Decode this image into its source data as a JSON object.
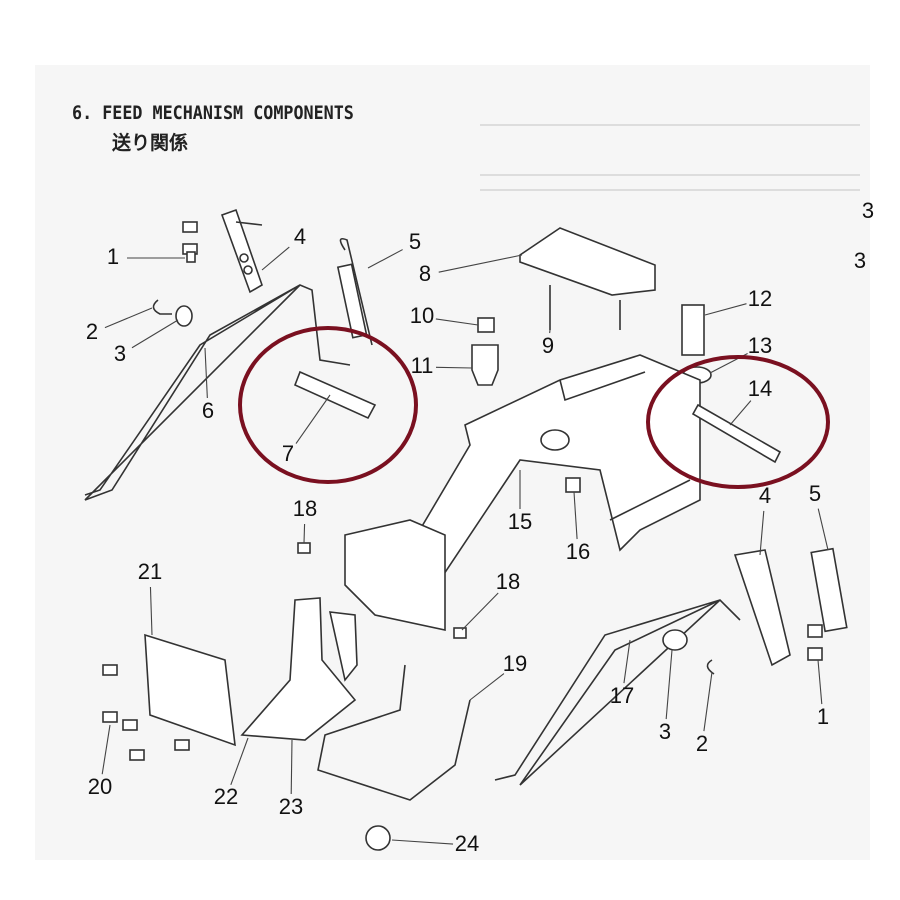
{
  "title": "6. FEED MECHANISM COMPONENTS",
  "subtitle": "送り関係",
  "highlight_color": "#7a1020",
  "callouts": [
    "1",
    "4",
    "5",
    "8",
    "2",
    "3",
    "10",
    "12",
    "9",
    "13",
    "11",
    "6",
    "14",
    "7",
    "5",
    "4",
    "15",
    "16",
    "18",
    "18",
    "21",
    "19",
    "17",
    "3",
    "2",
    "1",
    "20",
    "22",
    "23",
    "24",
    "3",
    "3"
  ],
  "highlighted_parts": [
    "7",
    "14"
  ]
}
